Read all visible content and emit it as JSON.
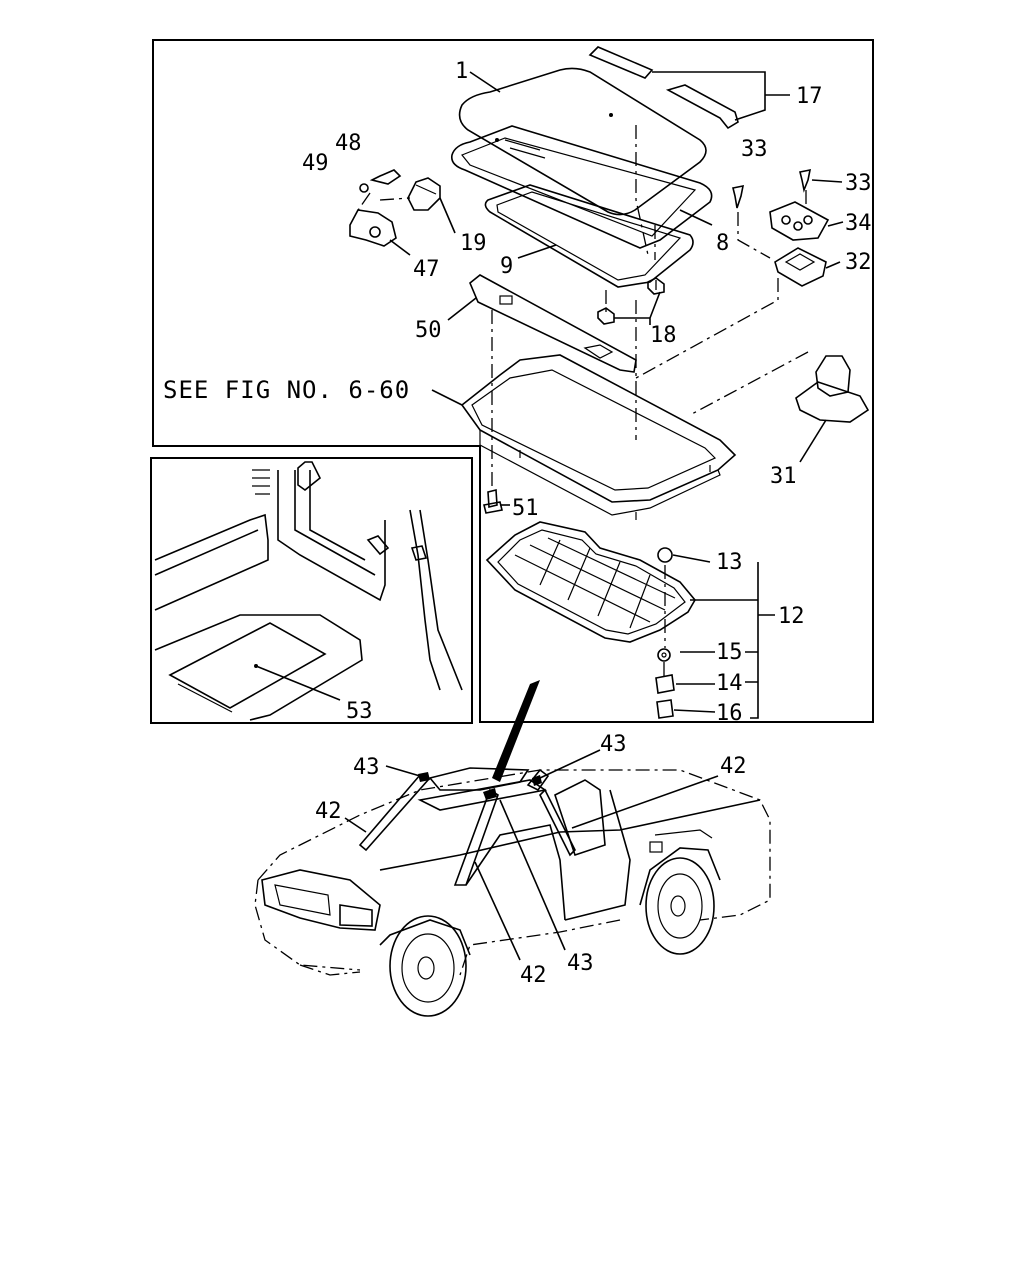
{
  "diagram": {
    "reference_note": "SEE FIG NO. 6-60",
    "callouts": [
      {
        "id": "c1",
        "text": "1"
      },
      {
        "id": "c17",
        "text": "17"
      },
      {
        "id": "c48",
        "text": "48"
      },
      {
        "id": "c49",
        "text": "49"
      },
      {
        "id": "c33a",
        "text": "33"
      },
      {
        "id": "c33b",
        "text": "33"
      },
      {
        "id": "c34",
        "text": "34"
      },
      {
        "id": "c32",
        "text": "32"
      },
      {
        "id": "c8",
        "text": "8"
      },
      {
        "id": "c19",
        "text": "19"
      },
      {
        "id": "c9",
        "text": "9"
      },
      {
        "id": "c47",
        "text": "47"
      },
      {
        "id": "c50",
        "text": "50"
      },
      {
        "id": "c18",
        "text": "18"
      },
      {
        "id": "c31",
        "text": "31"
      },
      {
        "id": "c51",
        "text": "51"
      },
      {
        "id": "c13",
        "text": "13"
      },
      {
        "id": "c12",
        "text": "12"
      },
      {
        "id": "c15",
        "text": "15"
      },
      {
        "id": "c14",
        "text": "14"
      },
      {
        "id": "c16",
        "text": "16"
      },
      {
        "id": "c53",
        "text": "53"
      },
      {
        "id": "c43a",
        "text": "43"
      },
      {
        "id": "c43b",
        "text": "43"
      },
      {
        "id": "c42a",
        "text": "42"
      },
      {
        "id": "c42b",
        "text": "42"
      },
      {
        "id": "c42c",
        "text": "42"
      },
      {
        "id": "c43c",
        "text": "43"
      }
    ]
  }
}
